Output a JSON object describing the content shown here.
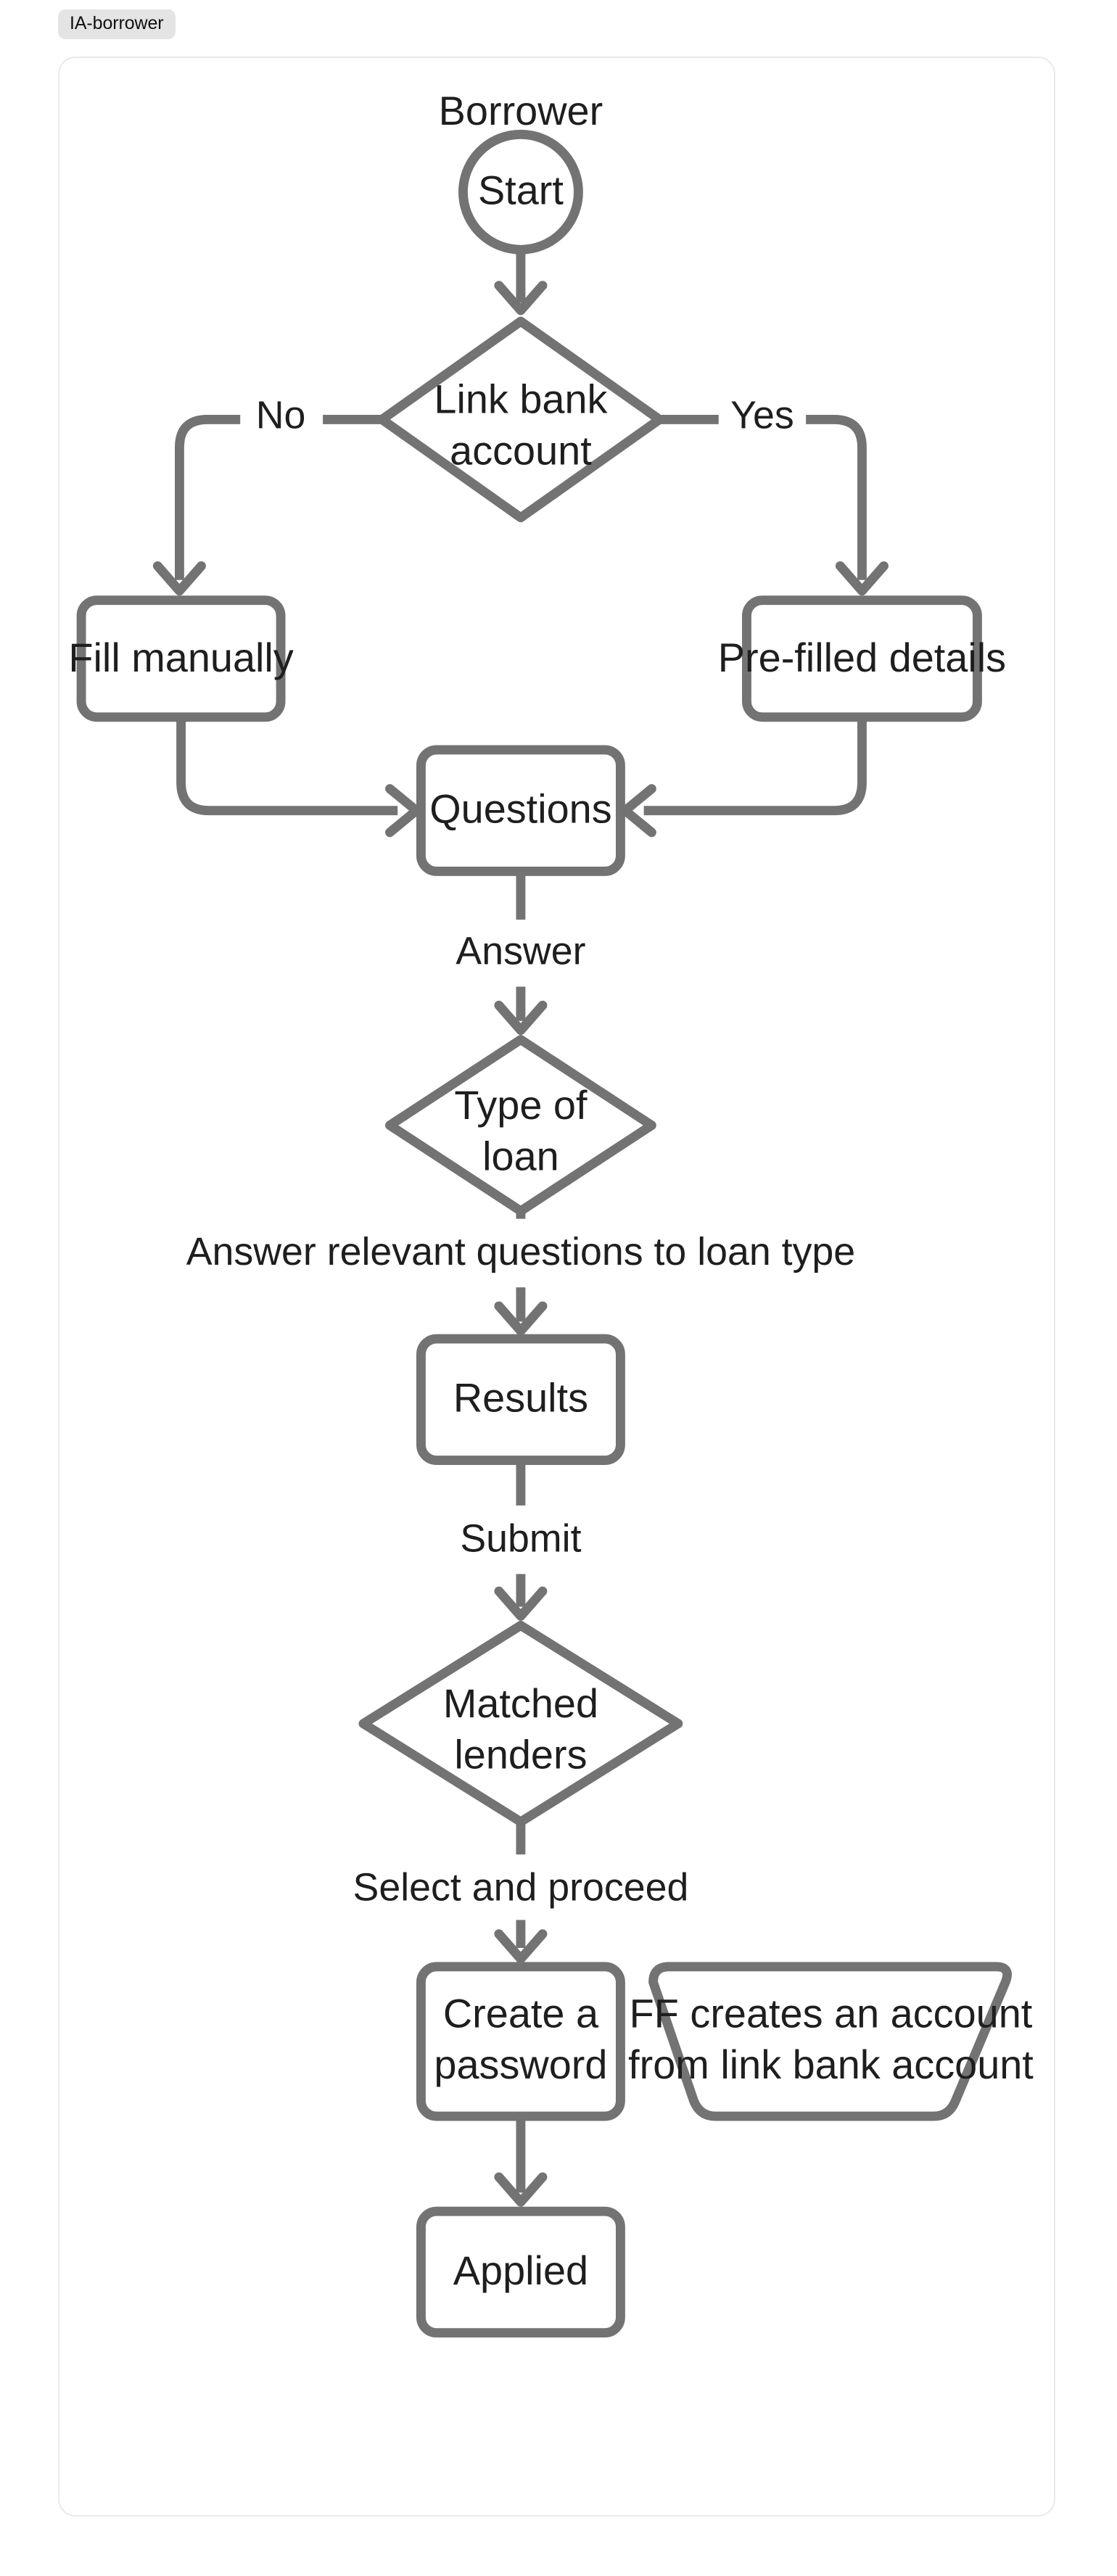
{
  "tab": {
    "label": "IA-borrower"
  },
  "diagram": {
    "lane_title": "Borrower",
    "stroke_color": "#737373",
    "text_color": "#1e1e1e",
    "node_fill": "#ffffff",
    "card_border_color": "#eaeaea",
    "tab_background": "#e4e4e4",
    "nodes": [
      {
        "id": "start",
        "label": "Start",
        "shape": "circle"
      },
      {
        "id": "link-bank",
        "label": "Link bank account",
        "shape": "diamond"
      },
      {
        "id": "fill-manual",
        "label": "Fill manually",
        "shape": "rect"
      },
      {
        "id": "prefilled",
        "label": "Pre-filled details",
        "shape": "rect"
      },
      {
        "id": "questions",
        "label": "Questions",
        "shape": "rect"
      },
      {
        "id": "type-loan",
        "label": "Type of loan",
        "shape": "diamond"
      },
      {
        "id": "results",
        "label": "Results",
        "shape": "rect"
      },
      {
        "id": "matched",
        "label": "Matched lenders",
        "shape": "diamond"
      },
      {
        "id": "create-pass",
        "label": "Create a password",
        "shape": "rect"
      },
      {
        "id": "ff-account",
        "label": "FF creates an account from link bank account",
        "shape": "trapezoid"
      },
      {
        "id": "applied",
        "label": "Applied",
        "shape": "rect"
      }
    ],
    "edges": [
      {
        "from": "start",
        "to": "link-bank",
        "label": ""
      },
      {
        "from": "link-bank",
        "to": "fill-manual",
        "label": "No"
      },
      {
        "from": "link-bank",
        "to": "prefilled",
        "label": "Yes"
      },
      {
        "from": "fill-manual",
        "to": "questions",
        "label": ""
      },
      {
        "from": "prefilled",
        "to": "questions",
        "label": ""
      },
      {
        "from": "questions",
        "to": "type-loan",
        "label": "Answer"
      },
      {
        "from": "type-loan",
        "to": "results",
        "label": "Answer relevant questions to loan type"
      },
      {
        "from": "results",
        "to": "matched",
        "label": "Submit"
      },
      {
        "from": "matched",
        "to": "create-pass",
        "label": "Select and proceed"
      },
      {
        "from": "create-pass",
        "to": "applied",
        "label": ""
      }
    ],
    "labels": {
      "start": "Start",
      "link_bank_line1": "Link bank",
      "link_bank_line2": "account",
      "no": "No",
      "yes": "Yes",
      "fill_manually": "Fill manually",
      "pre_filled_details": "Pre-filled details",
      "questions": "Questions",
      "answer": "Answer",
      "type_of_loan_line1": "Type of",
      "type_of_loan_line2": "loan",
      "answer_relevant": "Answer relevant questions to loan type",
      "results": "Results",
      "submit": "Submit",
      "matched_line1": "Matched",
      "matched_line2": "lenders",
      "select_and_proceed": "Select and proceed",
      "create_password_line1": "Create a",
      "create_password_line2": "password",
      "ff_line1": "FF creates an account",
      "ff_line2": "from link bank account",
      "applied": "Applied"
    }
  }
}
